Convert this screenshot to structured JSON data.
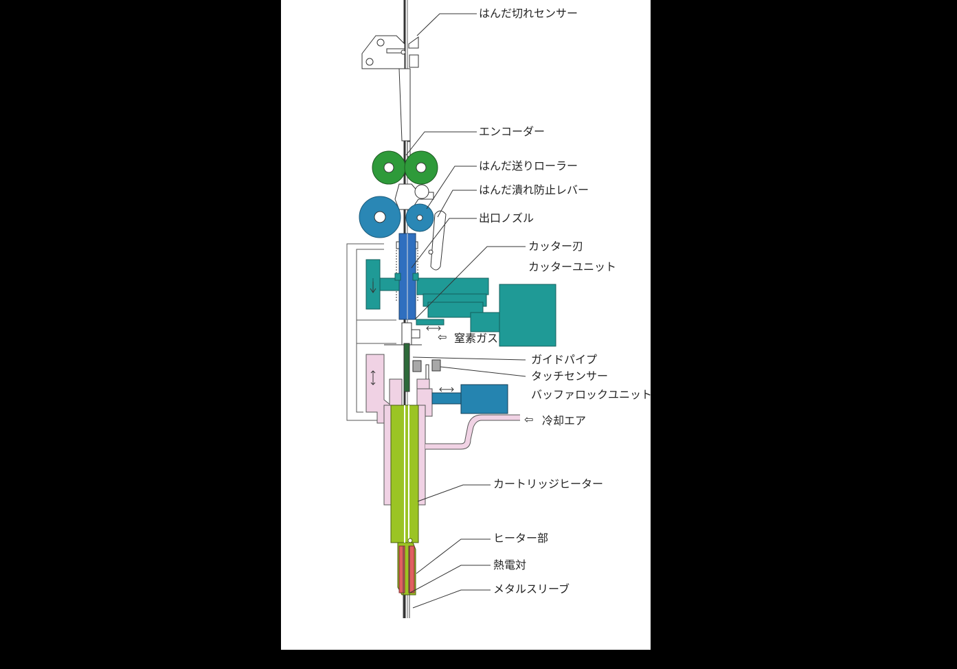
{
  "diagram": {
    "title": "",
    "background": "#000000",
    "canvas_background": "#ffffff",
    "colors": {
      "feed_roller_green": "#2e9a3a",
      "roller_blue": "#2a87b5",
      "nozzle_blue": "#2f6fbf",
      "cutter_teal": "#1f9a96",
      "buffer_lock_blue": "#2584b0",
      "holder_pink": "#f0d2e4",
      "heater_green": "#9bc424",
      "heater_part_red": "#e06060",
      "touch_sensor_gray": "#a8a8a8"
    },
    "labels": [
      {
        "id": "solder_out_sensor",
        "text": "はんだ切れセンサー"
      },
      {
        "id": "encoder",
        "text": "エンコーダー"
      },
      {
        "id": "solder_feed_roller",
        "text": "はんだ送りローラー"
      },
      {
        "id": "anti_crush_lever",
        "text": "はんだ潰れ防止レバー"
      },
      {
        "id": "exit_nozzle",
        "text": "出口ノズル"
      },
      {
        "id": "cutter_blade",
        "text": "カッター刃"
      },
      {
        "id": "cutter_unit",
        "text": "カッターユニット"
      },
      {
        "id": "nitrogen_gas",
        "text": "窒素ガス"
      },
      {
        "id": "guide_pipe",
        "text": "ガイドパイプ"
      },
      {
        "id": "touch_sensor",
        "text": "タッチセンサー"
      },
      {
        "id": "buffer_lock_unit",
        "text": "バッファロックユニット"
      },
      {
        "id": "cooling_air",
        "text": "冷却エア"
      },
      {
        "id": "cartridge_heater",
        "text": "カートリッジヒーター"
      },
      {
        "id": "heater_part",
        "text": "ヒーター部"
      },
      {
        "id": "thermocouple",
        "text": "熱電対"
      },
      {
        "id": "metal_sleeve",
        "text": "メタルスリーブ"
      }
    ],
    "inlet_arrow_glyph": "⇦"
  }
}
